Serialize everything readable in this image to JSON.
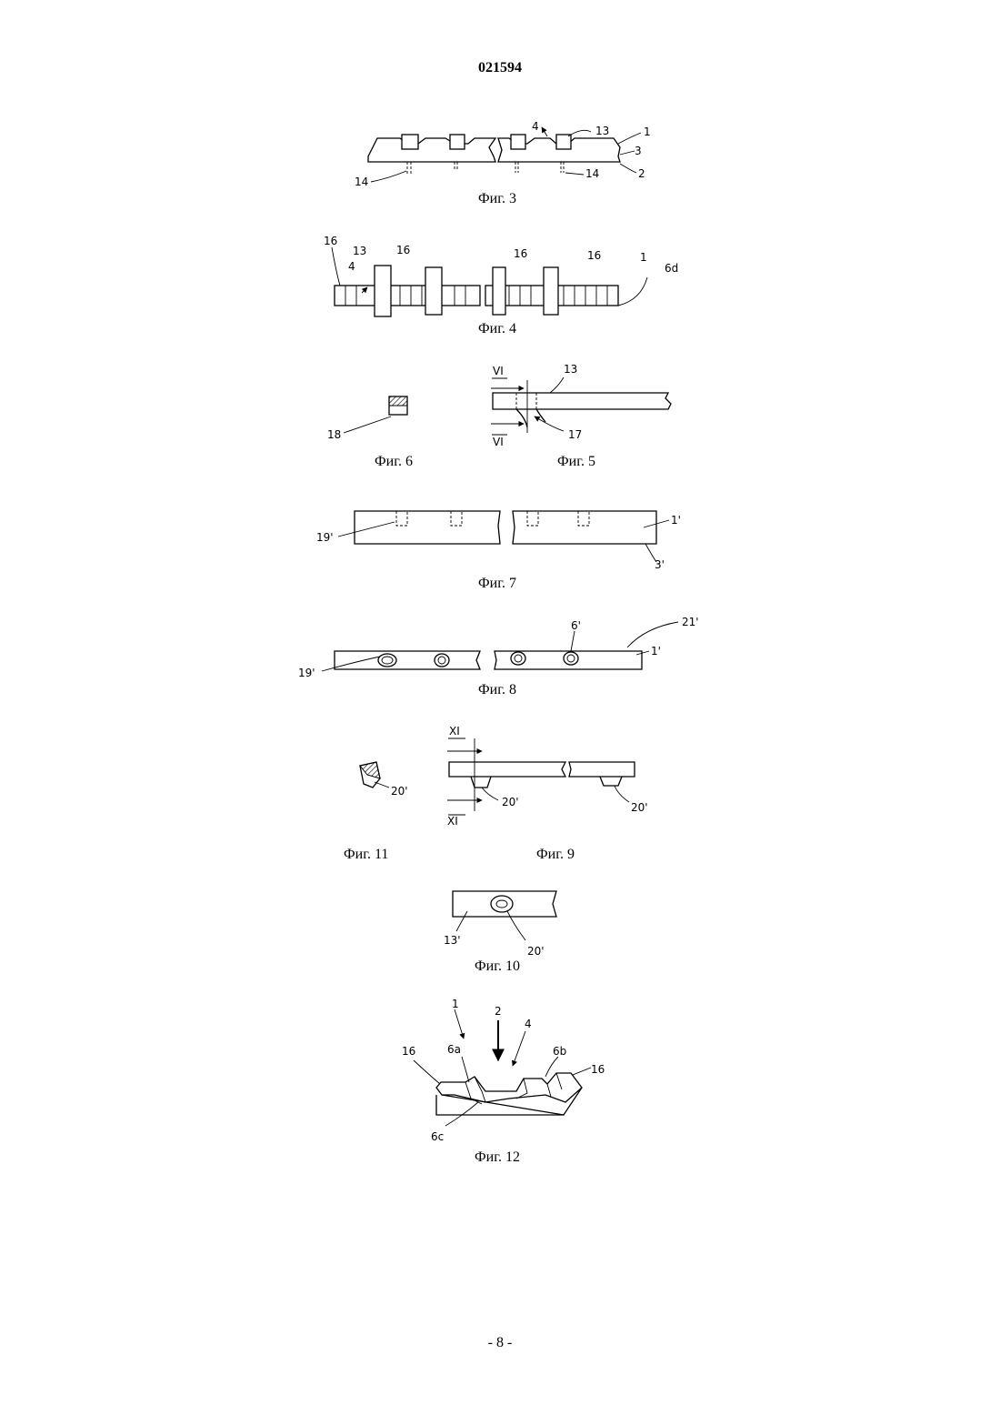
{
  "header": {
    "doc_number": "021594"
  },
  "footer": {
    "page": "- 8 -"
  },
  "figures": {
    "fig3": {
      "caption": "Фиг. 3",
      "labels": [
        "14",
        "4",
        "13",
        "1",
        "3",
        "2",
        "14"
      ]
    },
    "fig4": {
      "caption": "Фиг. 4",
      "labels": [
        "16",
        "13",
        "16",
        "4",
        "16",
        "16",
        "1",
        "6d"
      ]
    },
    "fig5": {
      "caption": "Фиг. 5",
      "labels": [
        "VI",
        "13",
        "VI",
        "17"
      ]
    },
    "fig6": {
      "caption": "Фиг. 6",
      "labels": [
        "18"
      ]
    },
    "fig7": {
      "caption": "Фиг. 7",
      "labels": [
        "19'",
        "1'",
        "3'"
      ]
    },
    "fig8": {
      "caption": "Фиг. 8",
      "labels": [
        "21'",
        "6'",
        "1'",
        "19'"
      ]
    },
    "fig9": {
      "caption": "Фиг. 9",
      "labels": [
        "XI",
        "20'",
        "XI",
        "20'"
      ]
    },
    "fig10": {
      "caption": "Фиг. 10",
      "labels": [
        "13'",
        "20'"
      ]
    },
    "fig11": {
      "caption": "Фиг. 11",
      "labels": [
        "20'"
      ]
    },
    "fig12": {
      "caption": "Фиг. 12",
      "labels": [
        "1",
        "2",
        "4",
        "16",
        "6a",
        "6b",
        "16",
        "6c"
      ]
    }
  }
}
